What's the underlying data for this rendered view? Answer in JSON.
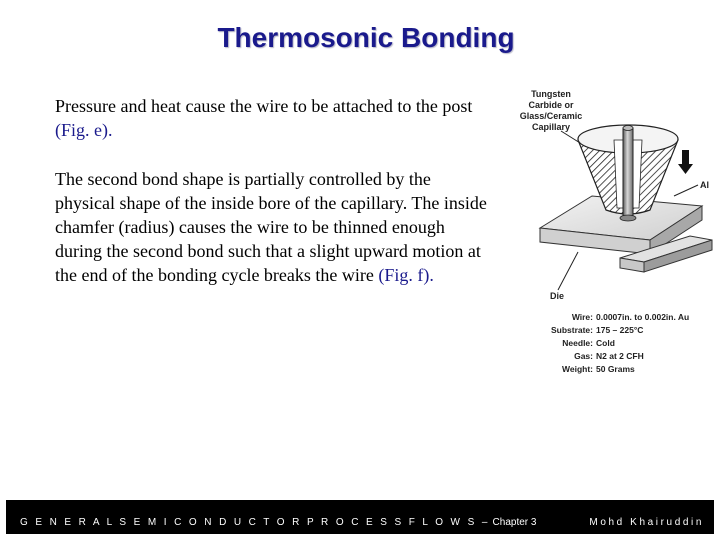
{
  "title": "Thermosonic Bonding",
  "paragraph1": {
    "text": "Pressure and heat cause the wire to be attached to the post ",
    "ref": "(Fig. e)."
  },
  "paragraph2": {
    "text": "The second bond shape is partially controlled by the physical shape of the inside bore of the capillary. The inside chamfer (radius) causes the wire to be thinned enough during the second bond such that a slight upward motion at the end of the bonding cycle breaks the wire ",
    "ref": "(Fig. f)."
  },
  "figure": {
    "capillary_label": [
      "Tungsten",
      "Carbide or",
      "Glass/Ceramic",
      "Capillary"
    ],
    "al_label": "Al",
    "die_label": "Die",
    "specs": [
      {
        "label": "Wire:",
        "value": "0.0007in. to 0.002in. Au"
      },
      {
        "label": "Substrate:",
        "value": "175 – 225°C"
      },
      {
        "label": "Needle:",
        "value": "Cold"
      },
      {
        "label": "Gas:",
        "value": "N2 at 2 CFH"
      },
      {
        "label": "Weight:",
        "value": "50 Grams"
      }
    ]
  },
  "footer": {
    "left": "G E N E R A L  S E M I C O N D U C T O R  P R O C E S S  F L O W S –",
    "chapter": " Chapter 3",
    "right": "Mohd Khairuddin"
  }
}
